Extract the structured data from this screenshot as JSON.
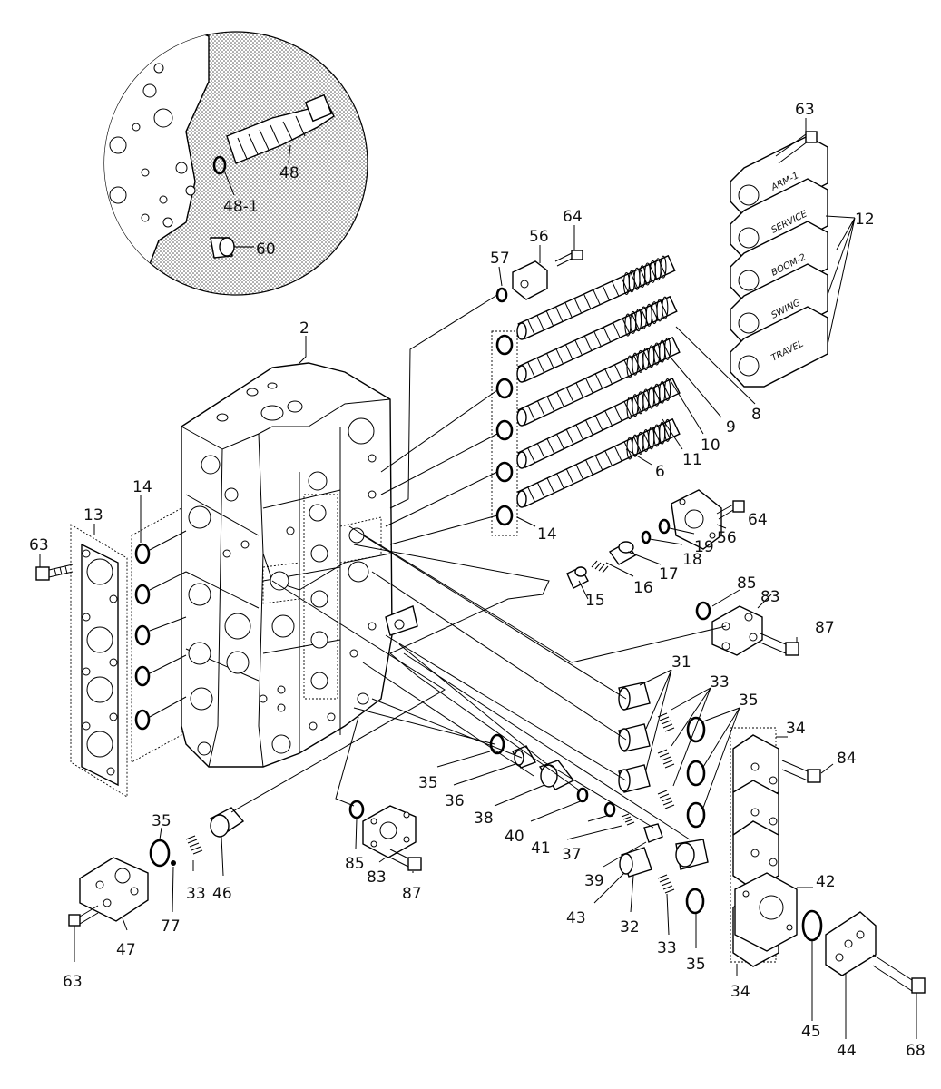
{
  "parts": {
    "p2": "2",
    "p6": "6",
    "p8": "8",
    "p9": "9",
    "p10": "10",
    "p11": "11",
    "p12": "12",
    "p13": "13",
    "p14a": "14",
    "p14b": "14",
    "p15": "15",
    "p16": "16",
    "p17": "17",
    "p18": "18",
    "p19": "19",
    "p31": "31",
    "p32": "32",
    "p33a": "33",
    "p33b": "33",
    "p33c": "33",
    "p34a": "34",
    "p34b": "34",
    "p35a": "35",
    "p35b": "35",
    "p35c": "35",
    "p35d": "35",
    "p36": "36",
    "p37": "37",
    "p38": "38",
    "p39": "39",
    "p40": "40",
    "p41": "41",
    "p42": "42",
    "p43": "43",
    "p44": "44",
    "p45": "45",
    "p46": "46",
    "p47": "47",
    "p48": "48",
    "p48_1": "48-1",
    "p56a": "56",
    "p56b": "56",
    "p57": "57",
    "p60": "60",
    "p63a": "63",
    "p63b": "63",
    "p63c": "63",
    "p64a": "64",
    "p64b": "64",
    "p68": "68",
    "p77": "77",
    "p83a": "83",
    "p83b": "83",
    "p84": "84",
    "p85a": "85",
    "p85b": "85",
    "p87a": "87",
    "p87b": "87"
  },
  "plates": [
    "ARM-1",
    "SERVICE",
    "BOOM-2",
    "SWING",
    "TRAVEL"
  ]
}
